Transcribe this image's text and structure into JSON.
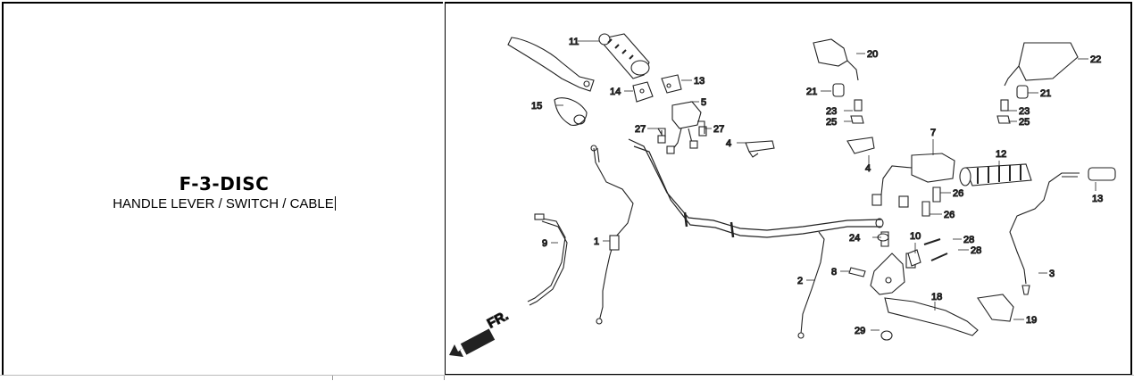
{
  "section": {
    "code": "F-3-DISC",
    "name": "HANDLE LEVER / SWITCH / CABLE"
  },
  "diagram": {
    "direction_label": "FR.",
    "callouts": {
      "c1": "1",
      "c2": "2",
      "c3": "3",
      "c4a": "4",
      "c4b": "4",
      "c5": "5",
      "c7": "7",
      "c8": "8",
      "c9": "9",
      "c10": "10",
      "c11": "11",
      "c12": "12",
      "c13a": "13",
      "c13b": "13",
      "c14": "14",
      "c15": "15",
      "c18": "18",
      "c19": "19",
      "c20": "20",
      "c21a": "21",
      "c21b": "21",
      "c22": "22",
      "c23a": "23",
      "c23b": "23",
      "c24": "24",
      "c25a": "25",
      "c25b": "25",
      "c26a": "26",
      "c26b": "26",
      "c27a": "27",
      "c27b": "27",
      "c28a": "28",
      "c28b": "28",
      "c29": "29"
    }
  }
}
